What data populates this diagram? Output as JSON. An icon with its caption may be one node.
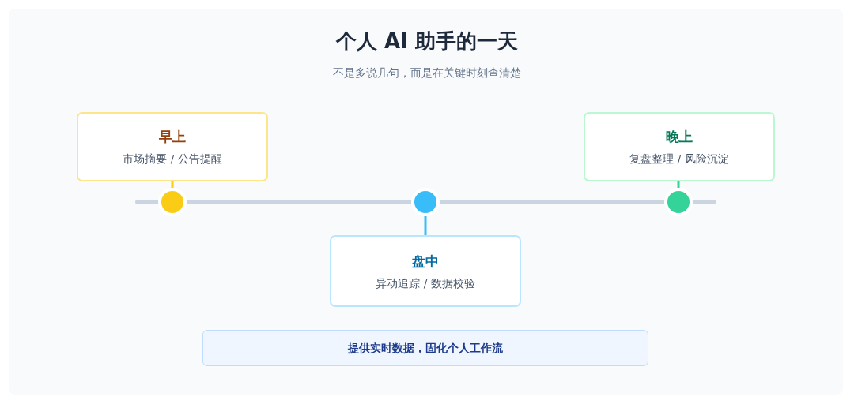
{
  "diagram": {
    "title": "个人 AI 助手的一天",
    "nodes": [
      {
        "text": [
          "早上",
          "市场摘要 / 公告提醒"
        ]
      },
      {
        "text": [
          "晚上",
          "复盘整理 / 风险沉淀"
        ]
      },
      {
        "text": [],
        "shape": "circle"
      },
      {
        "text": [],
        "shape": "circle"
      },
      {
        "text": [],
        "shape": "circle"
      },
      {
        "text": [
          "盘中",
          "异动追踪 / 数据校验"
        ]
      },
      {
        "text": [
          "提供实时数据，固化个人工作流"
        ]
      }
    ],
    "edges": [
      {
        "from": 0,
        "to": 2,
        "arrow": "none",
        "color": "#facc15"
      },
      {
        "from": 5,
        "to": 3,
        "arrow": "none",
        "color": "#38bdf8"
      },
      {
        "from": 1,
        "to": 4,
        "arrow": "none",
        "color": "#34d399"
      }
    ],
    "labels": [
      "不是多说几句，而是在关键时刻查清楚"
    ]
  }
}
